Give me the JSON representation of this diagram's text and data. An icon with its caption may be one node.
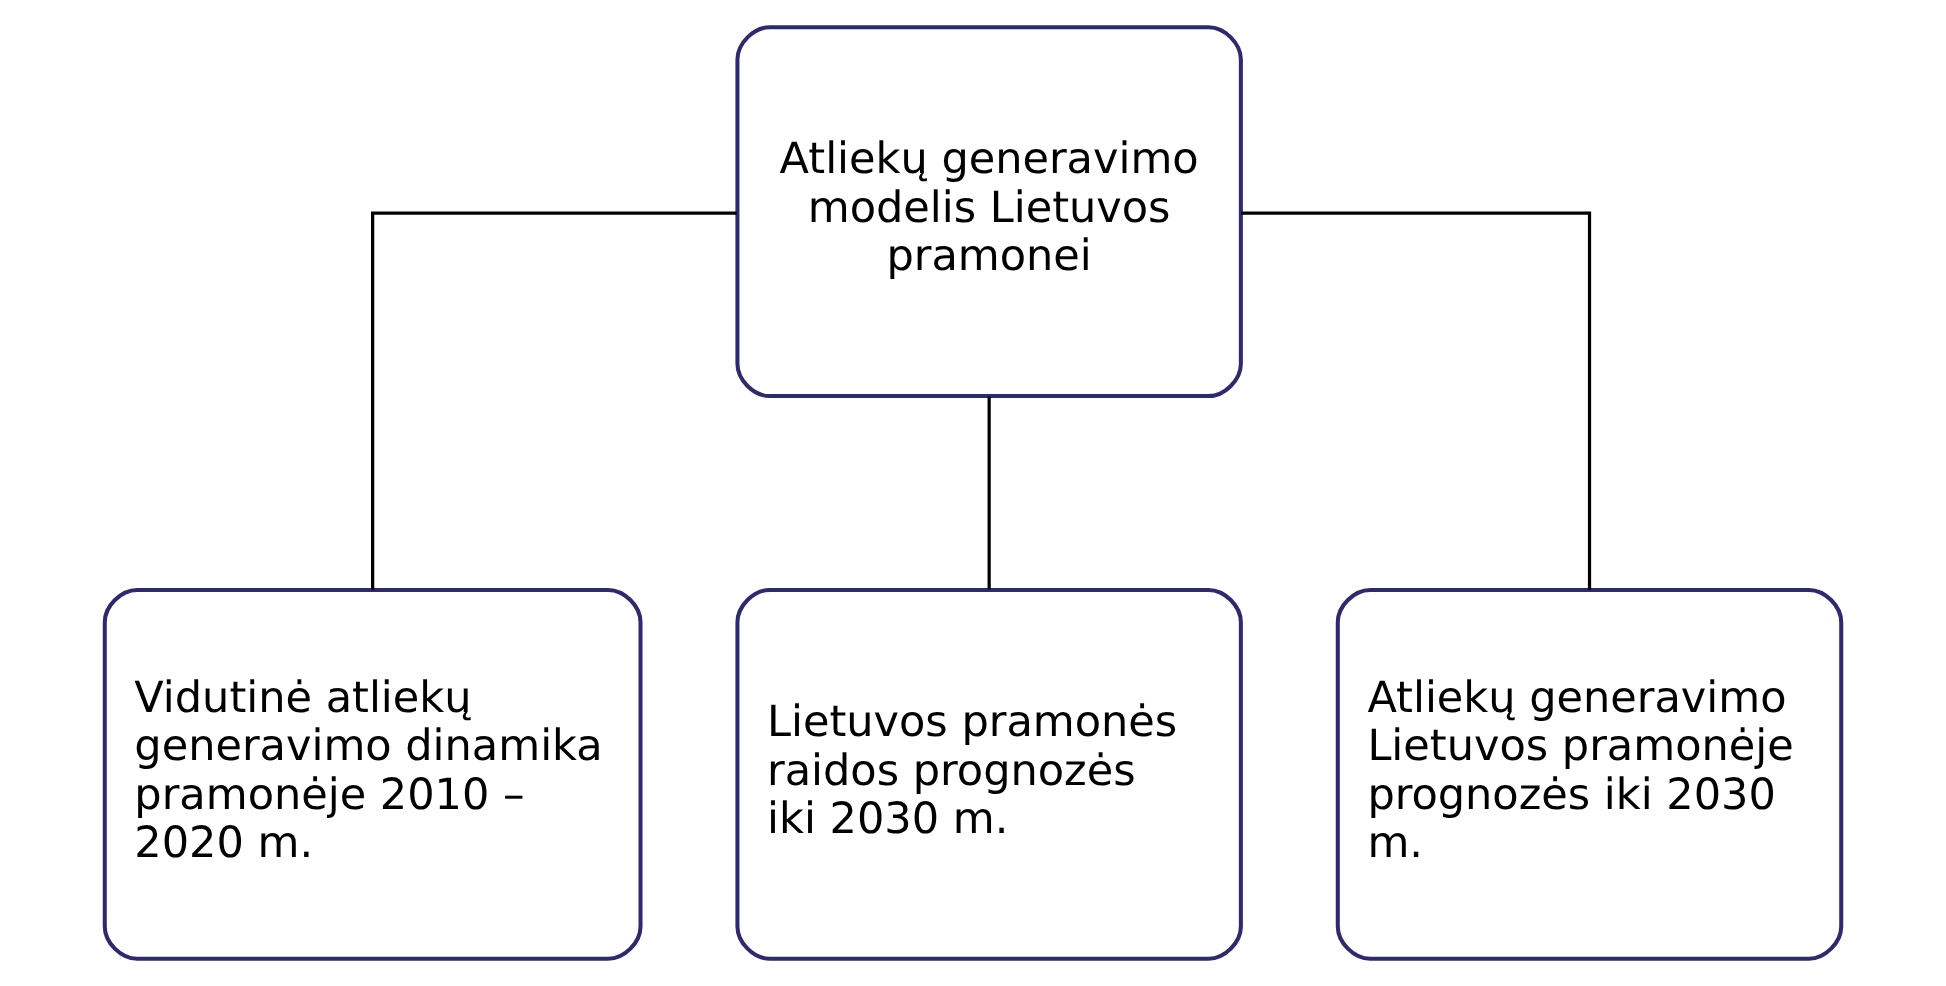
{
  "diagram": {
    "nodes": [
      {
        "text": [
          "Atliekų generavimo modelis Lietuvos pramonei"
        ]
      },
      {
        "text": [
          "Vidutinė atliekų generavimo dinamika pramonėje 2010 – 2020 m."
        ]
      },
      {
        "text": [
          "Lietuvos pramonės raidos prognozės iki 2030 m."
        ]
      },
      {
        "text": [
          "Atliekų generavimo Lietuvos pramonėje prognozės iki 2030 m."
        ]
      }
    ],
    "edges": [
      {
        "from": 0,
        "to": 1,
        "arrow": "none"
      },
      {
        "from": 0,
        "to": 2,
        "arrow": "none"
      },
      {
        "from": 0,
        "to": 3,
        "arrow": "none"
      }
    ]
  }
}
